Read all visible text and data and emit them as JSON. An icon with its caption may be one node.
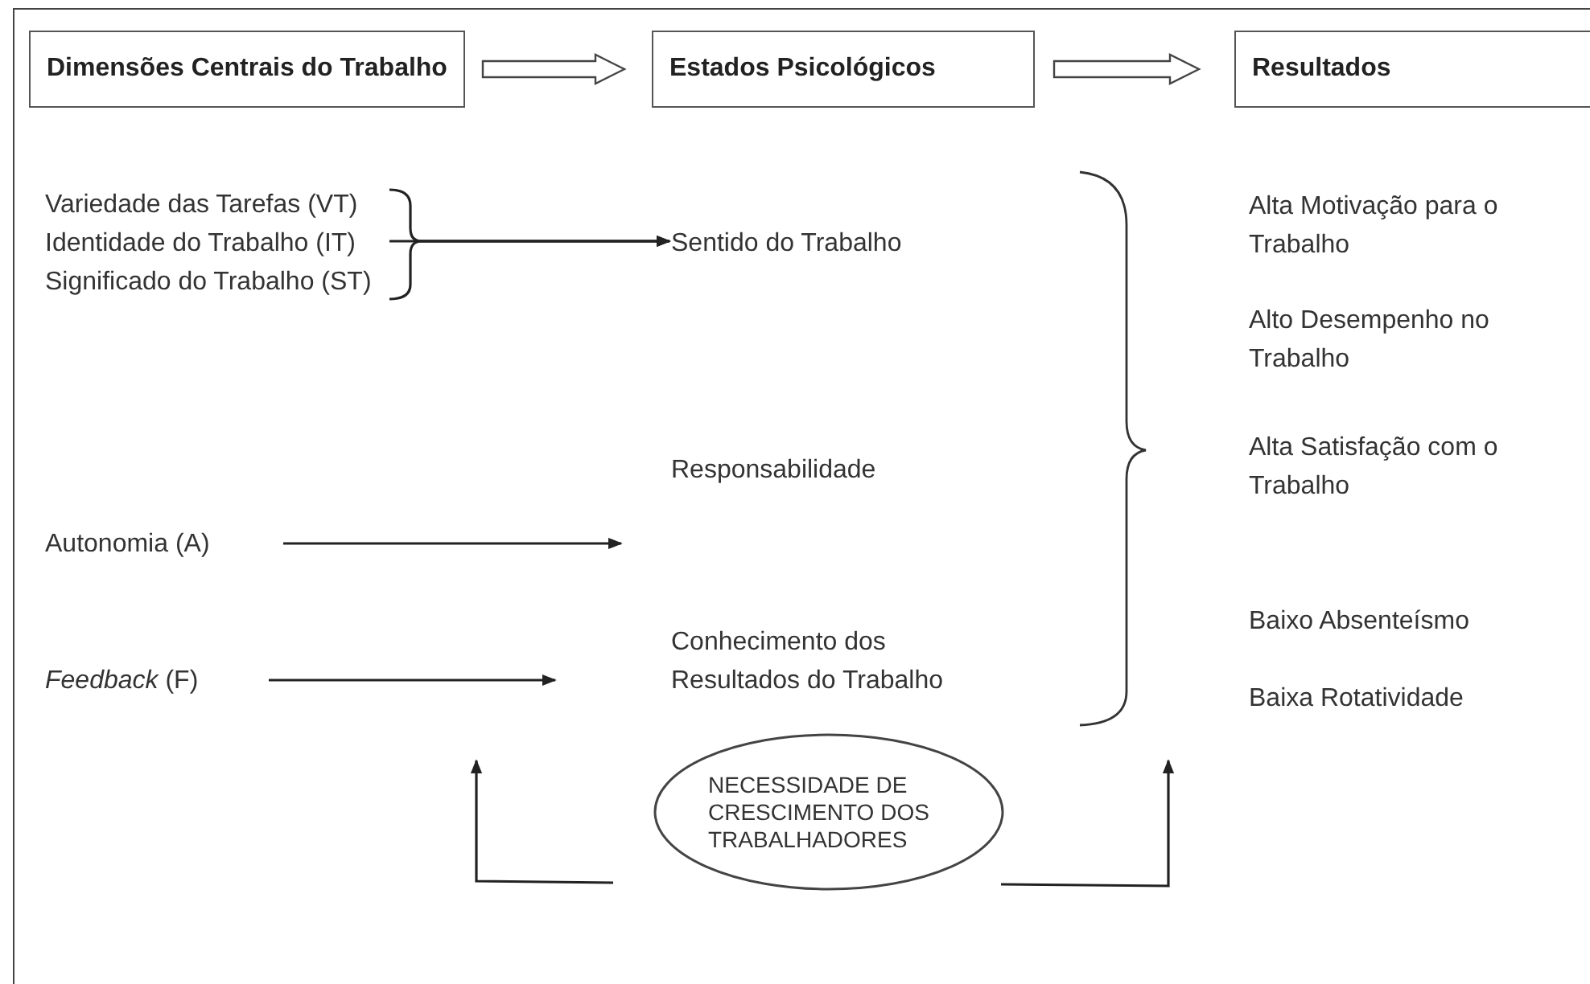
{
  "diagram": {
    "nodes": [
      {
        "text": [
          "Dimensões Centrais do Trabalho"
        ]
      },
      {
        "text": [
          "Estados Psicológicos"
        ]
      },
      {
        "text": [
          "Resultados"
        ]
      },
      {
        "text": [
          "Variedade das Tarefas (VT)"
        ]
      },
      {
        "text": [
          "Identidade do Trabalho (IT)"
        ]
      },
      {
        "text": [
          "Significado do Trabalho (ST)"
        ]
      },
      {
        "text": [
          "Sentido do Trabalho"
        ]
      },
      {
        "text": [
          "Responsabilidade"
        ]
      },
      {
        "text": [
          "Autonomia (A)"
        ]
      },
      {
        "text": [
          "*Feedback* (F)"
        ]
      },
      {
        "text": [
          "Conhecimento dos Resultados do Trabalho"
        ]
      },
      {
        "text": [
          "Alta Motivação para o Trabalho"
        ]
      },
      {
        "text": [
          "Alto Desempenho no Trabalho"
        ]
      },
      {
        "text": [
          "Alta Satisfação com o Trabalho"
        ]
      },
      {
        "text": [
          "Baixo Absenteísmo"
        ]
      },
      {
        "text": [
          "Baixa Rotatividade"
        ]
      },
      {
        "text": [
          "NECESSIDADE DE CRESCIMENTO DOS TRABALHADORES"
        ]
      }
    ],
    "edges": [
      {
        "from": 0,
        "to": 1,
        "arrow": "to"
      },
      {
        "from": 1,
        "to": 2,
        "arrow": "to"
      },
      {
        "from": 3,
        "to": 6,
        "arrow": "to"
      },
      {
        "from": 4,
        "to": 6,
        "arrow": "to"
      },
      {
        "from": 5,
        "to": 6,
        "arrow": "to"
      },
      {
        "from": 8,
        "to": 7,
        "arrow": "to"
      },
      {
        "from": 9,
        "to": 10,
        "arrow": "to"
      },
      {
        "from": 16,
        "to": null,
        "arrow": "to"
      },
      {
        "from": 16,
        "to": null,
        "arrow": "to"
      }
    ]
  }
}
